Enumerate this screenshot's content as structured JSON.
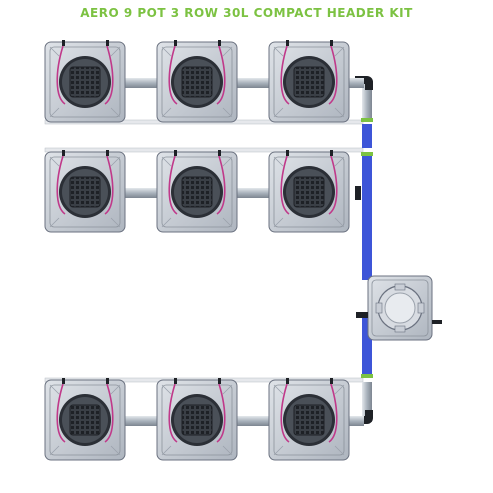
{
  "title": "AERO 9 POT 3 ROW 30L COMPACT HEADER KIT",
  "colors": {
    "title": "#7cc242",
    "pot_body": "#c9ced6",
    "pot_edge": "#6b7280",
    "lid": "#2b2f36",
    "netpot": "#5a5f66",
    "hose": "#c0398a",
    "blue_pipe": "#3d55d8",
    "pipe_grey": "#9aa3ad"
  },
  "pots": [
    {
      "row": 1,
      "col": 1
    },
    {
      "row": 1,
      "col": 2
    },
    {
      "row": 1,
      "col": 3
    },
    {
      "row": 2,
      "col": 1
    },
    {
      "row": 2,
      "col": 2
    },
    {
      "row": 2,
      "col": 3
    },
    {
      "row": 3,
      "col": 1
    },
    {
      "row": 3,
      "col": 2
    },
    {
      "row": 3,
      "col": 3
    }
  ],
  "icons": [
    "pot-icon",
    "reservoir-icon",
    "pipe-icon"
  ]
}
